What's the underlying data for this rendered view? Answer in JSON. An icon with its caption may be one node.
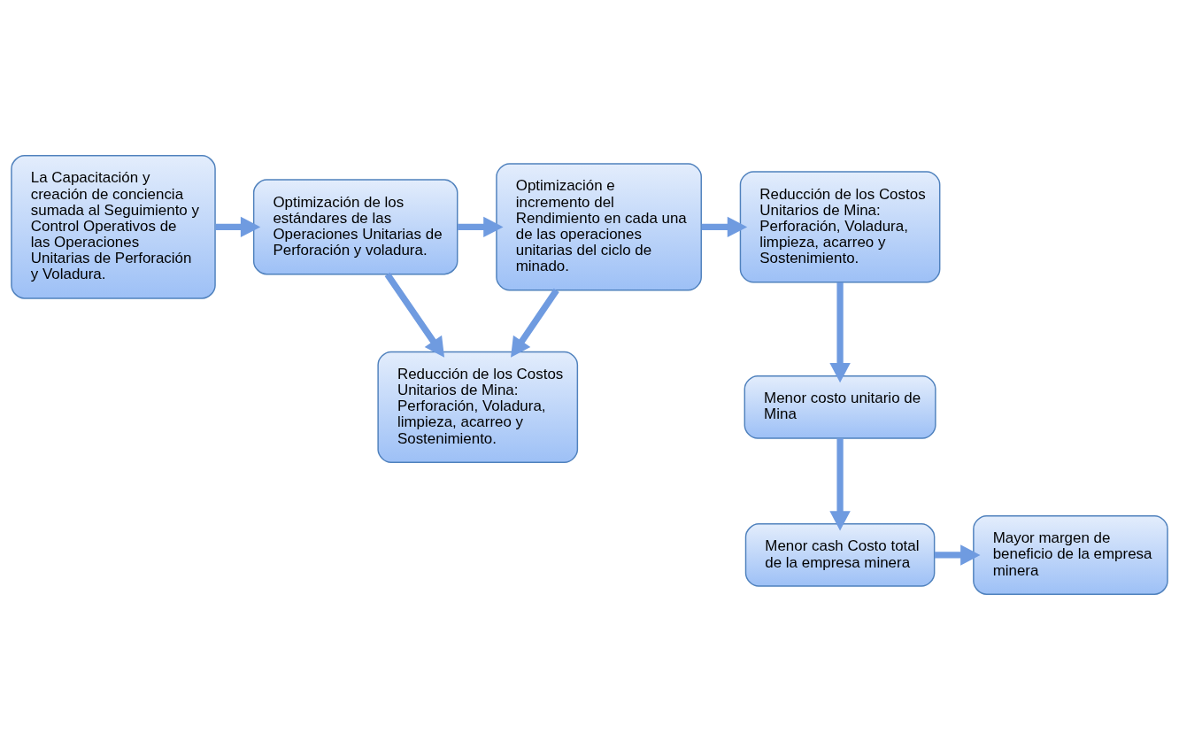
{
  "diagram": {
    "nodes": [
      {
        "text": [
          "La Capacitación y creación de conciencia sumada al Seguimiento y Control Operativos de las Operaciones Unitarias de Perforación y Voladura."
        ]
      },
      {
        "text": [
          "Optimización de los estándares de las Operaciones Unitarias de Perforación y voladura."
        ]
      },
      {
        "text": [
          "Optimización e incremento del Rendimiento en cada una de las operaciones unitarias del ciclo de minado."
        ]
      },
      {
        "text": [
          "Reducción de los Costos Unitarios de Mina: Perforación, Voladura, limpieza, acarreo y Sostenimiento."
        ]
      },
      {
        "text": [
          "Reducción de los Costos Unitarios de Mina: Perforación, Voladura, limpieza, acarreo y Sostenimiento."
        ]
      },
      {
        "text": [
          "Menor costo unitario de Mina"
        ]
      },
      {
        "text": [
          "Menor cash Costo total de la empresa minera"
        ]
      },
      {
        "text": [
          "Mayor margen de beneficio de la empresa minera"
        ]
      }
    ],
    "edges": [
      {
        "from": 0,
        "to": 1,
        "arrow": "to"
      },
      {
        "from": 1,
        "to": 2,
        "arrow": "to"
      },
      {
        "from": 2,
        "to": 3,
        "arrow": "to"
      },
      {
        "from": 1,
        "to": 4,
        "arrow": "to"
      },
      {
        "from": 2,
        "to": 4,
        "arrow": "to"
      },
      {
        "from": 3,
        "to": 5,
        "arrow": "to"
      },
      {
        "from": 5,
        "to": 6,
        "arrow": "to"
      },
      {
        "from": 6,
        "to": 7,
        "arrow": "to"
      }
    ]
  }
}
